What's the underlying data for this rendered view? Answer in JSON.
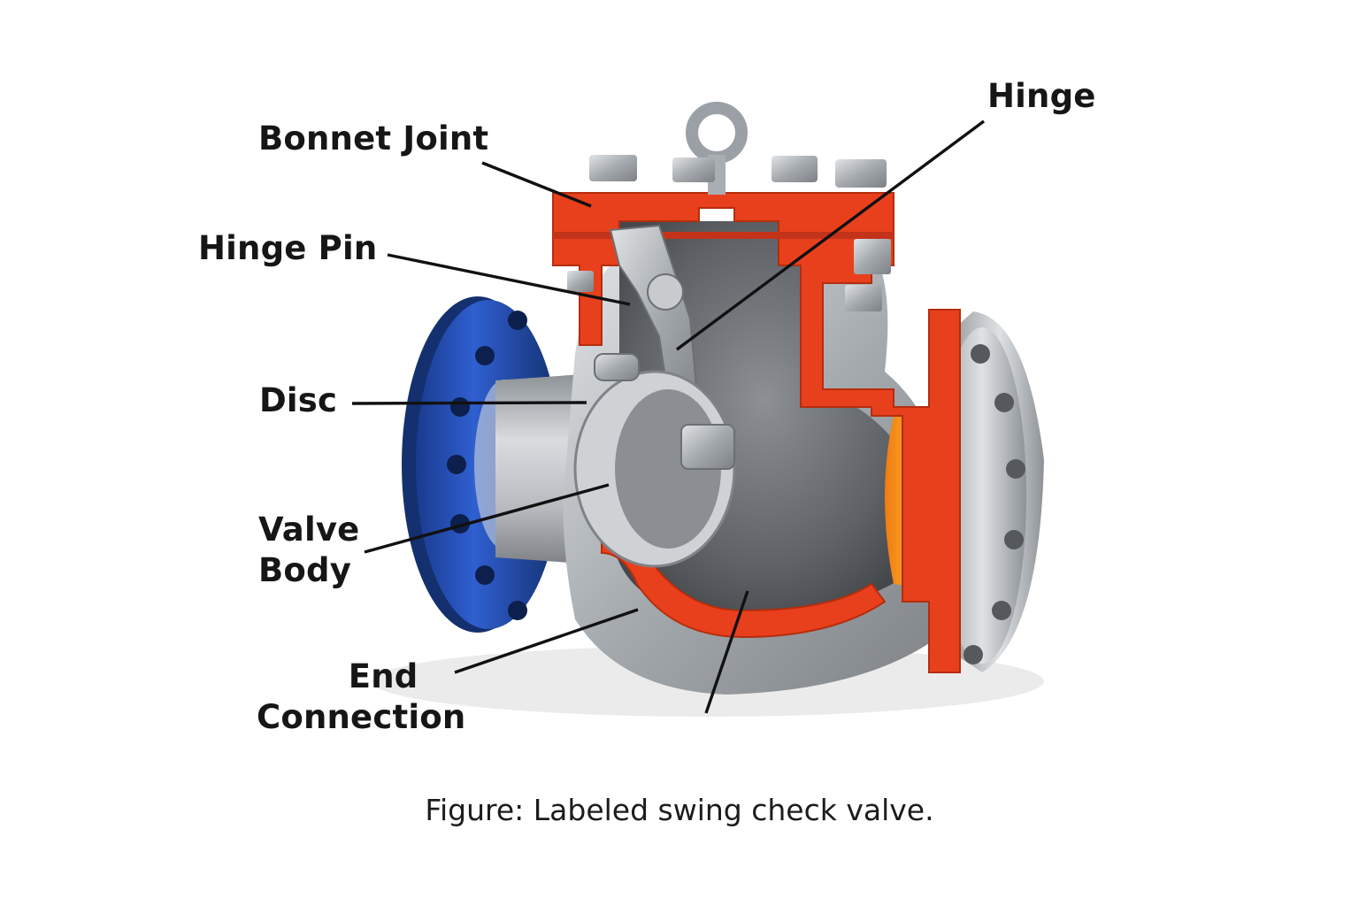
{
  "labels": {
    "hinge": "Hinge",
    "bonnet_joint": "Bonnet Joint",
    "hinge_pin": "Hinge Pin",
    "disc": "Disc",
    "valve_body_line1": "Valve",
    "valve_body_line2": "Body",
    "end_connection_line1": "End",
    "end_connection_line2": "Connection"
  },
  "caption": "Figure: Labeled swing check valve.",
  "colors": {
    "inlet_flange": "#1f47a8",
    "cut_section": "#e8401c",
    "outlet_bore_glow": "#f6a81a",
    "steel": "#a9aeb2",
    "interior": "#6e7276",
    "leader_line": "#111111"
  }
}
